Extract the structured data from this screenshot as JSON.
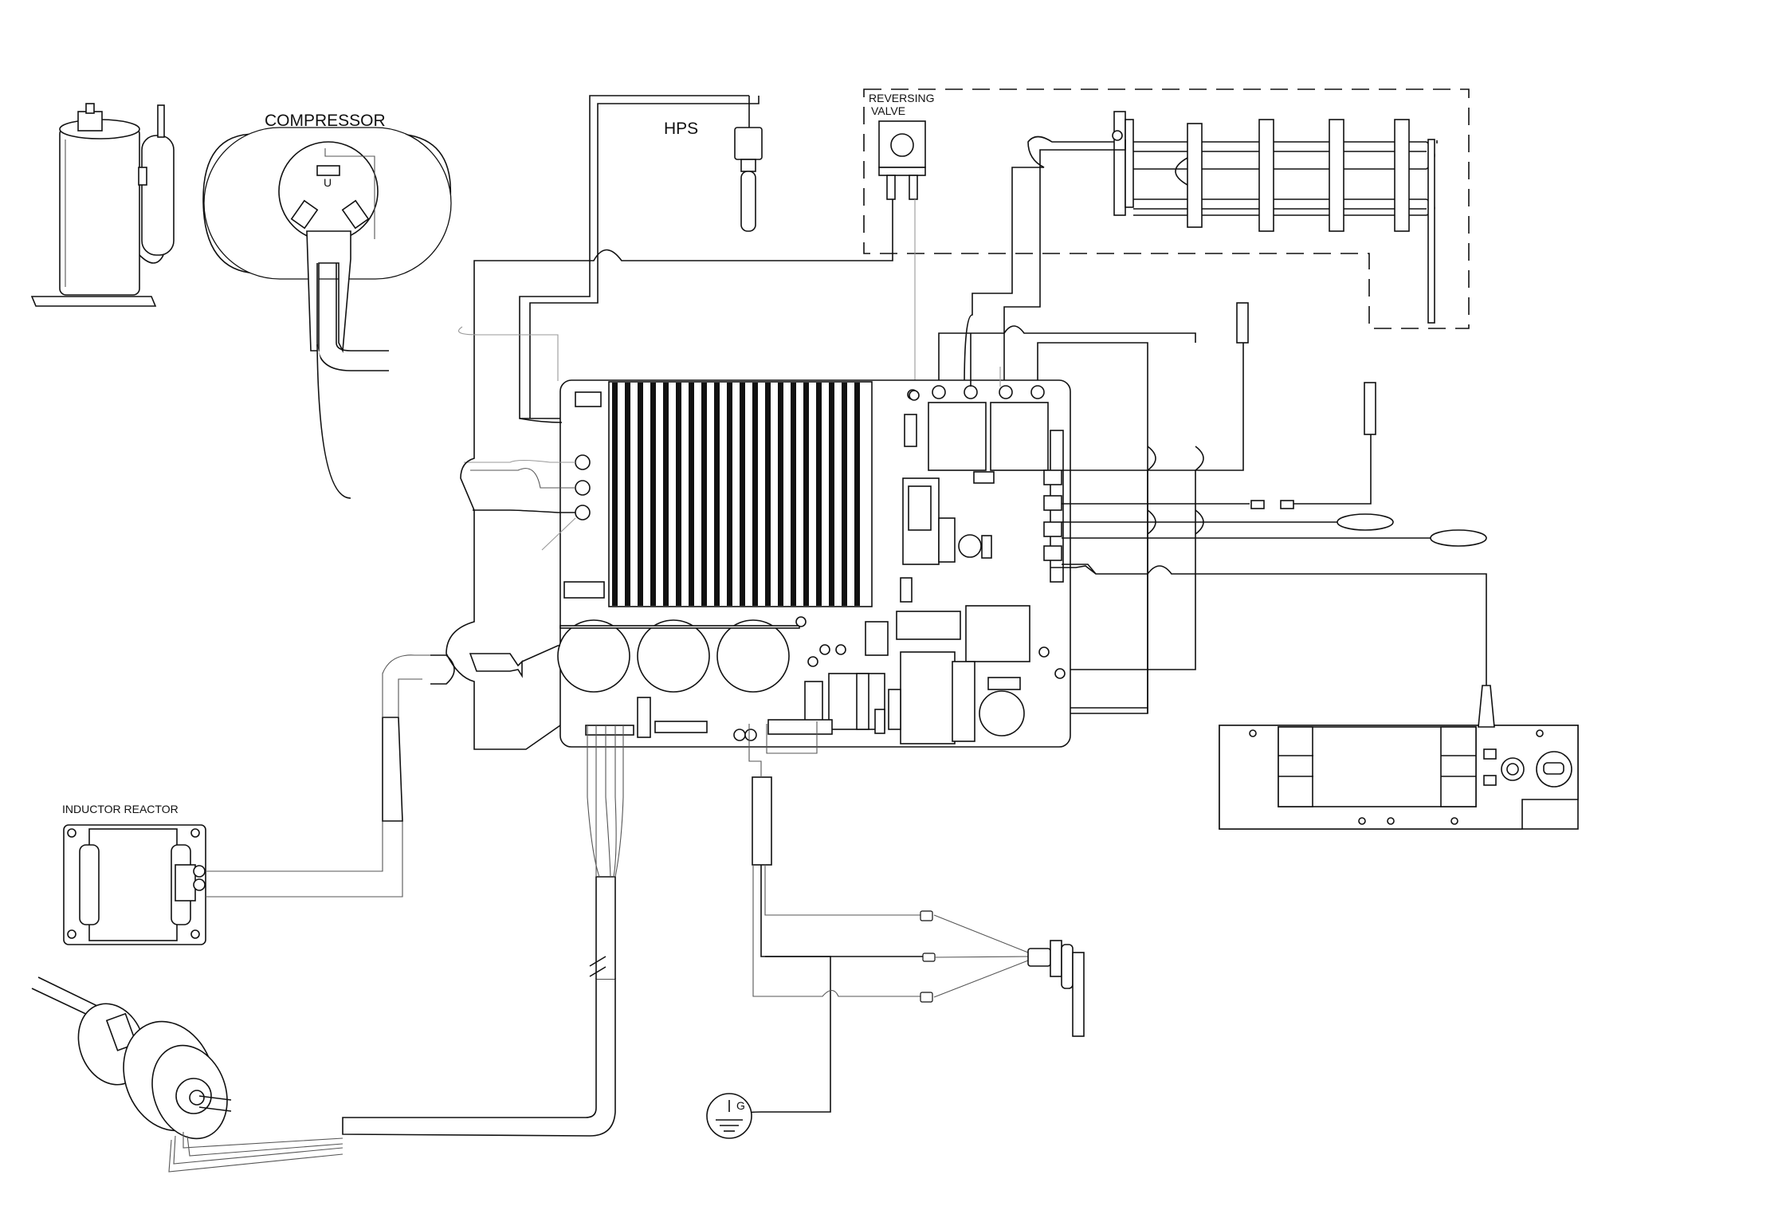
{
  "diagram": {
    "labels": {
      "compressor": "COMPRESSOR",
      "compressor_terminal": "U",
      "hps": "HPS",
      "reversing_valve_line1": "REVERSING",
      "reversing_valve_line2": "VALVE",
      "inductor_reactor": "INDUCTOR REACTOR",
      "ground": "G"
    }
  }
}
